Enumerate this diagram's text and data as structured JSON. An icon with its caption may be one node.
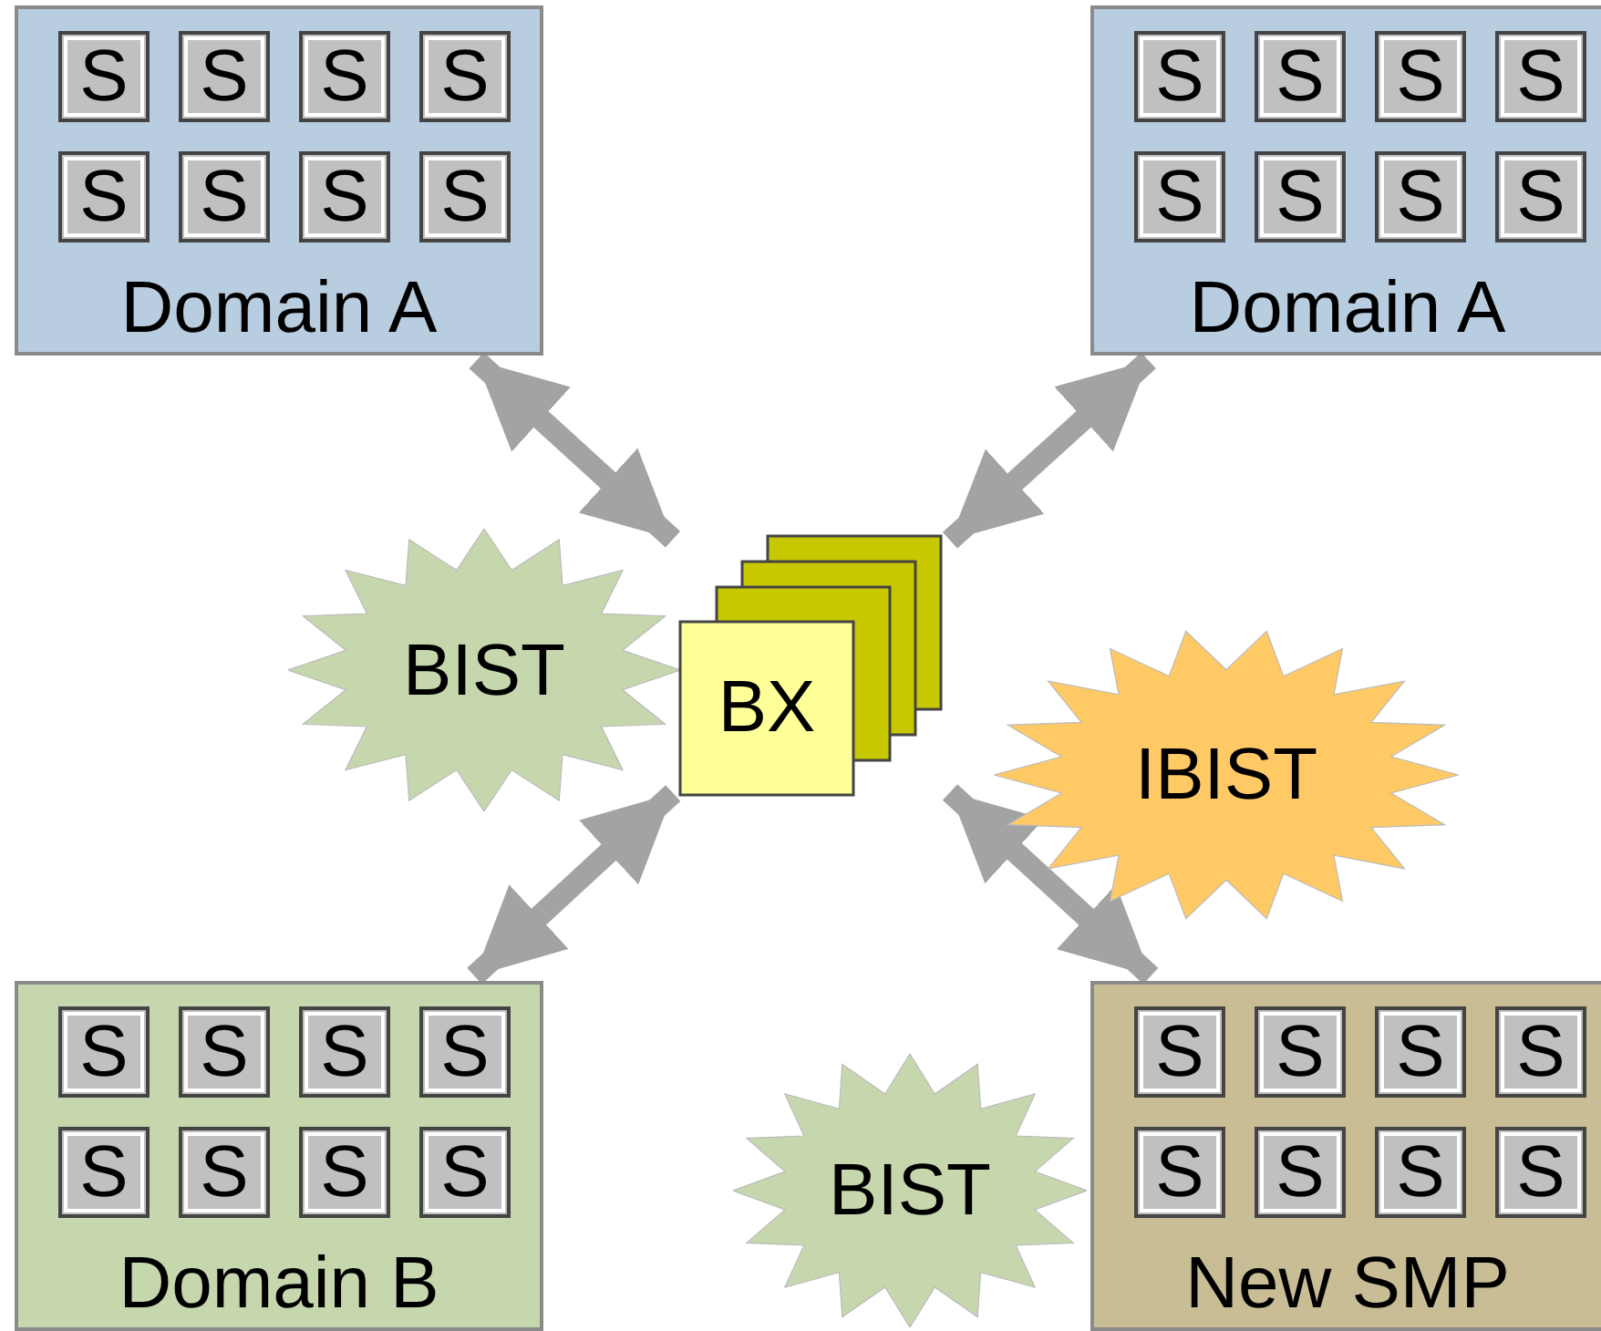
{
  "diagram": {
    "nodes": [
      {
        "text": [
          "Domain A"
        ]
      },
      {
        "text": [
          "S"
        ],
        "in": 0
      },
      {
        "text": [
          "S"
        ],
        "in": 0
      },
      {
        "text": [
          "S"
        ],
        "in": 0
      },
      {
        "text": [
          "S"
        ],
        "in": 0
      },
      {
        "text": [
          "S"
        ],
        "in": 0
      },
      {
        "text": [
          "S"
        ],
        "in": 0
      },
      {
        "text": [
          "S"
        ],
        "in": 0
      },
      {
        "text": [
          "S"
        ],
        "in": 0
      },
      {
        "text": [
          "Domain A"
        ]
      },
      {
        "text": [
          "S"
        ],
        "in": 9
      },
      {
        "text": [
          "S"
        ],
        "in": 9
      },
      {
        "text": [
          "S"
        ],
        "in": 9
      },
      {
        "text": [
          "S"
        ],
        "in": 9
      },
      {
        "text": [
          "S"
        ],
        "in": 9
      },
      {
        "text": [
          "S"
        ],
        "in": 9
      },
      {
        "text": [
          "S"
        ],
        "in": 9
      },
      {
        "text": [
          "S"
        ],
        "in": 9
      },
      {
        "text": [
          "BIST"
        ]
      },
      {
        "text": [
          "BX"
        ]
      },
      {
        "text": [
          "IBIST"
        ]
      },
      {
        "text": [
          "Domain B"
        ]
      },
      {
        "text": [
          "S"
        ],
        "in": 21
      },
      {
        "text": [
          "S"
        ],
        "in": 21
      },
      {
        "text": [
          "S"
        ],
        "in": 21
      },
      {
        "text": [
          "S"
        ],
        "in": 21
      },
      {
        "text": [
          "S"
        ],
        "in": 21
      },
      {
        "text": [
          "S"
        ],
        "in": 21
      },
      {
        "text": [
          "S"
        ],
        "in": 21
      },
      {
        "text": [
          "S"
        ],
        "in": 21
      },
      {
        "text": [
          "BIST"
        ]
      },
      {
        "text": [
          "New SMP"
        ]
      },
      {
        "text": [
          "S"
        ],
        "in": 31
      },
      {
        "text": [
          "S"
        ],
        "in": 31
      },
      {
        "text": [
          "S"
        ],
        "in": 31
      },
      {
        "text": [
          "S"
        ],
        "in": 31
      },
      {
        "text": [
          "S"
        ],
        "in": 31
      },
      {
        "text": [
          "S"
        ],
        "in": 31
      },
      {
        "text": [
          "S"
        ],
        "in": 31
      },
      {
        "text": [
          "S"
        ],
        "in": 31
      }
    ],
    "edges": [
      {
        "from": 0,
        "to": 19,
        "arrow": "both"
      },
      {
        "from": 9,
        "to": 19,
        "arrow": "both"
      },
      {
        "from": 21,
        "to": 19,
        "arrow": "both"
      },
      {
        "from": 31,
        "to": 19,
        "arrow": "both"
      }
    ]
  }
}
